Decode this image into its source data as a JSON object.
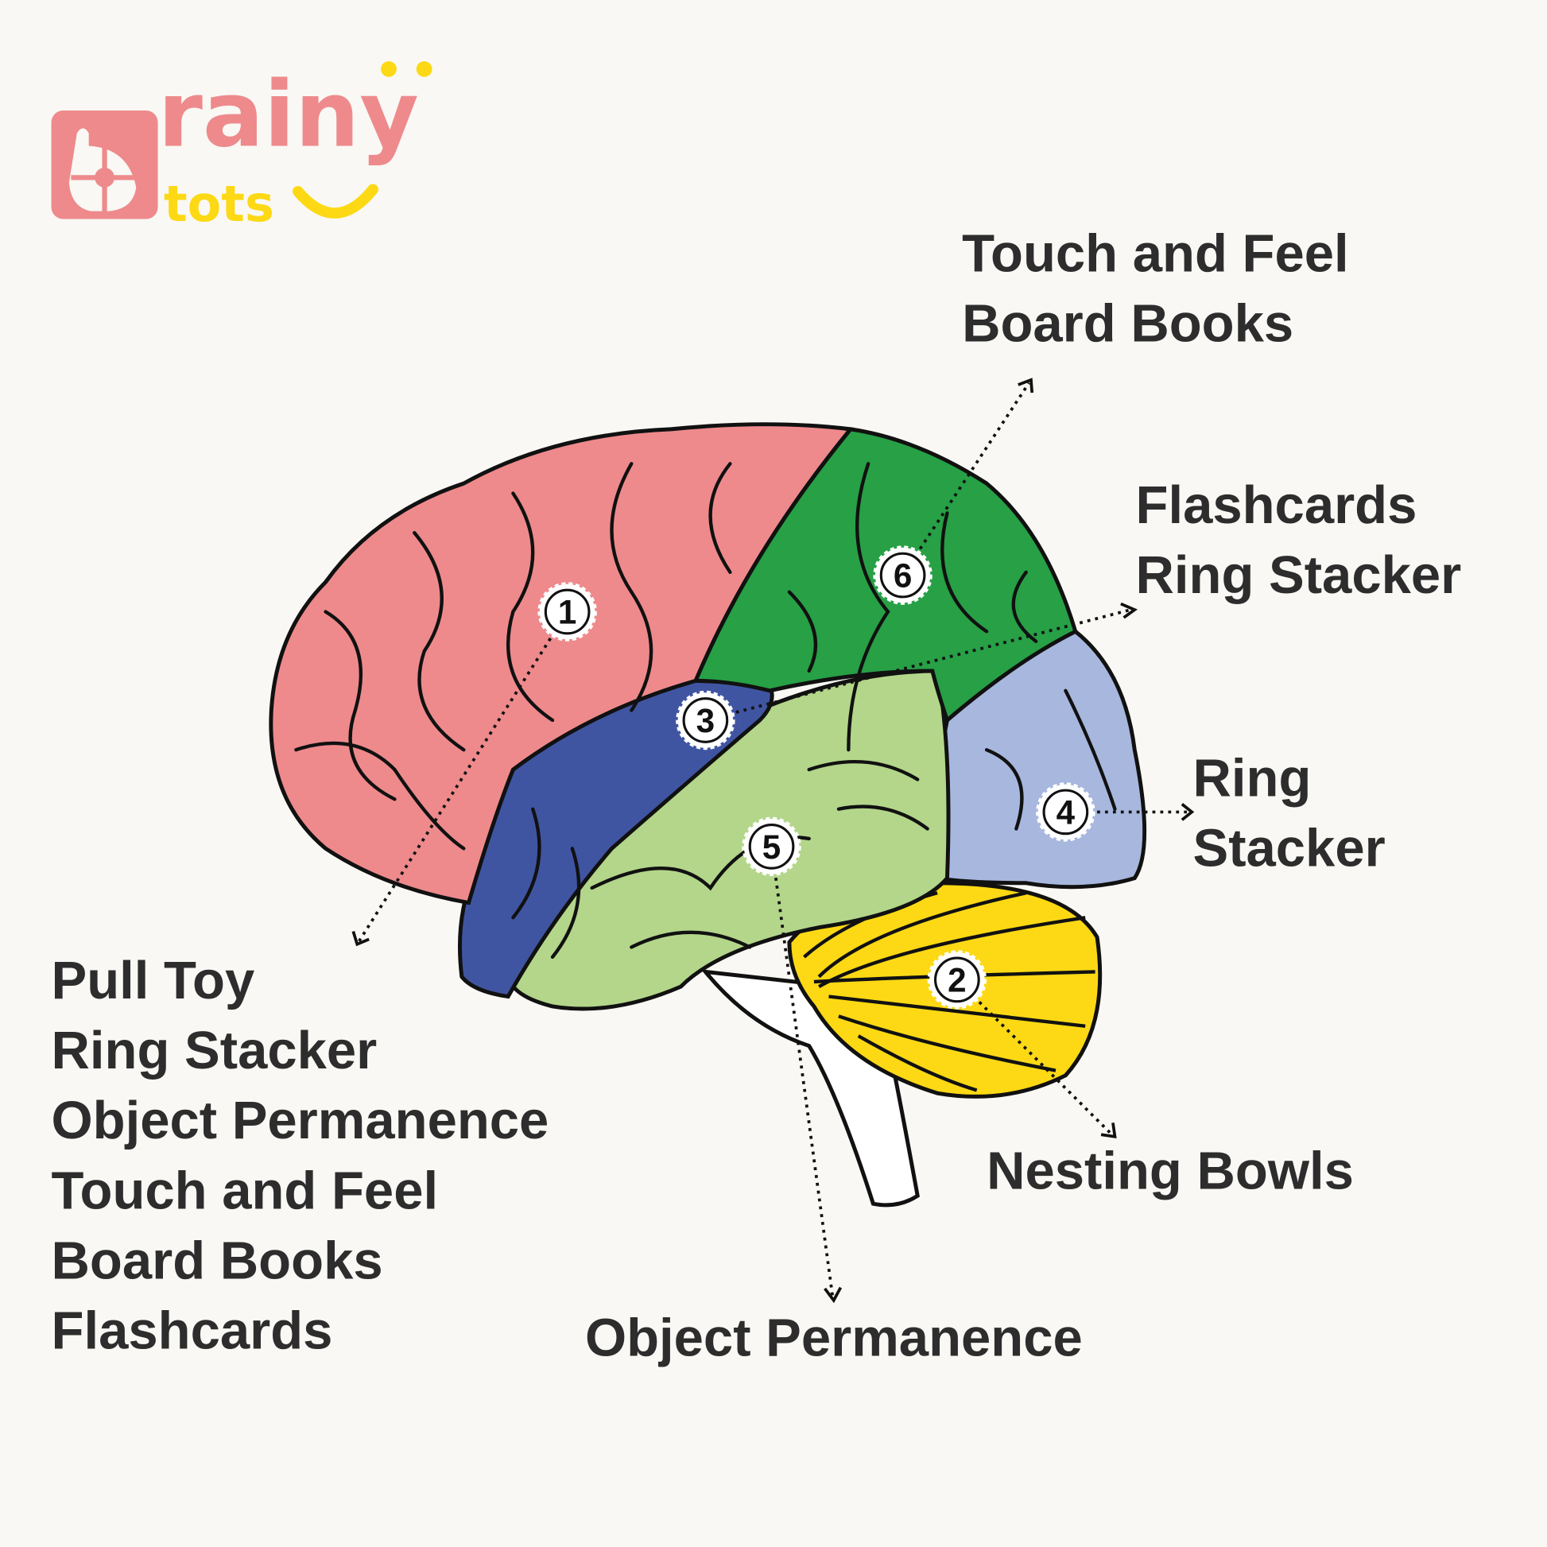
{
  "logo": {
    "brand_top": "rainy",
    "brand_bottom": "tots",
    "letter": "b"
  },
  "colors": {
    "background": "#f9f8f4",
    "frontal": "#ee8a8c",
    "parietal": "#27a046",
    "motor": "#4055a2",
    "temporal": "#b3d68a",
    "occipital": "#a7b7de",
    "cerebellum": "#fcd914",
    "text": "#2d2d2d"
  },
  "markers": [
    "1",
    "2",
    "3",
    "4",
    "5",
    "6"
  ],
  "labels": {
    "left_list": [
      "Pull Toy",
      "Ring Stacker",
      "Object Permanence",
      "Touch and Feel",
      "Board Books",
      "Flashcards"
    ],
    "top_right": [
      "Touch and Feel",
      "Board Books"
    ],
    "mid_right": [
      "Flashcards",
      "Ring Stacker"
    ],
    "right": [
      "Ring",
      "Stacker"
    ],
    "nesting": "Nesting Bowls",
    "bottom": "Object Permanence"
  }
}
